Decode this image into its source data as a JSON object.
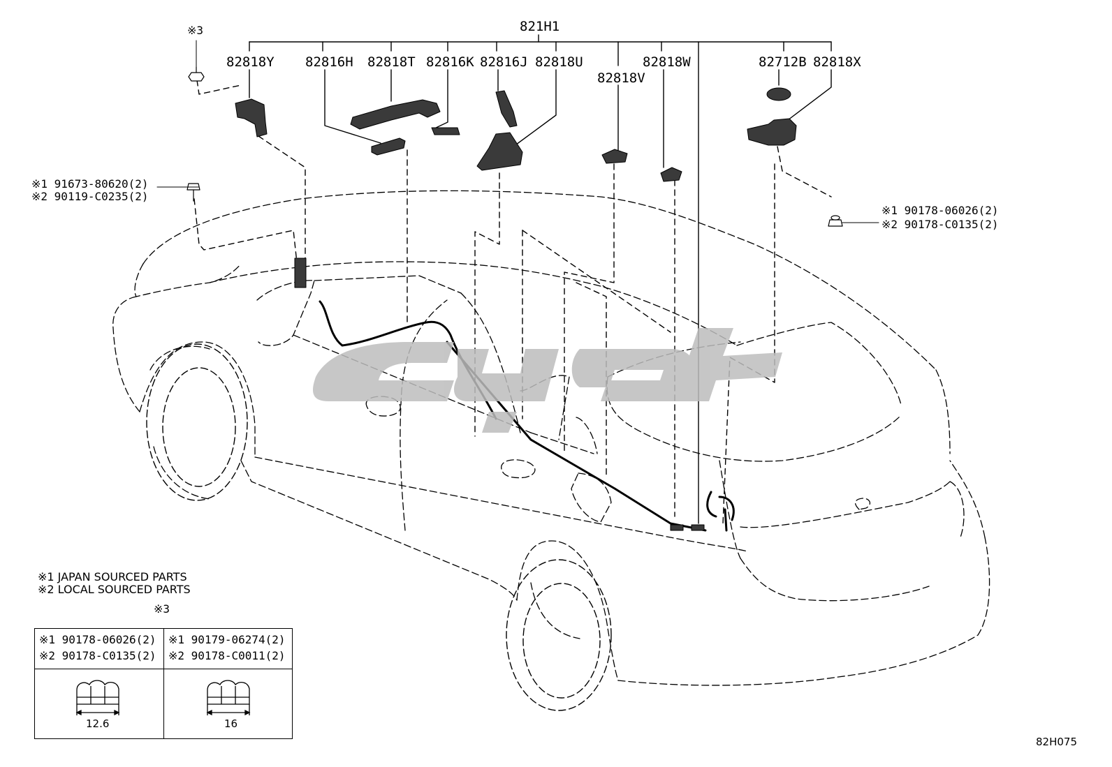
{
  "callouts": {
    "group_label": "821H1",
    "p82818Y": "82818Y",
    "p82816H": "82816H",
    "p82818T": "82818T",
    "p82816K": "82816K",
    "p82816J": "82816J",
    "p82818U": "82818U",
    "p82818V": "82818V",
    "p82818W": "82818W",
    "p82712B": "82712B",
    "p82818X": "82818X",
    "ref_mark": "※3"
  },
  "left_bolt": {
    "line1": "※1 91673-80620(2)",
    "line2": "※2 90119-C0235(2)"
  },
  "right_nut": {
    "line1": "※1 90178-06026(2)",
    "line2": "※2 90178-C0135(2)"
  },
  "legend": {
    "line1": "※1 JAPAN SOURCED PARTS",
    "line2": "※2 LOCAL SOURCED PARTS"
  },
  "nut_table": {
    "title": "※3",
    "left": {
      "line1": "※1 90178-06026(2)",
      "line2": "※2 90178-C0135(2)",
      "dimension": "12.6"
    },
    "right": {
      "line1": "※1 90179-06274(2)",
      "line2": "※2 90178-C0011(2)",
      "dimension": "16"
    }
  },
  "diagram_id": "82H075",
  "colors": {
    "line": "#000000",
    "part_fill": "#3a3a3a",
    "watermark": "#bdbdbd"
  }
}
